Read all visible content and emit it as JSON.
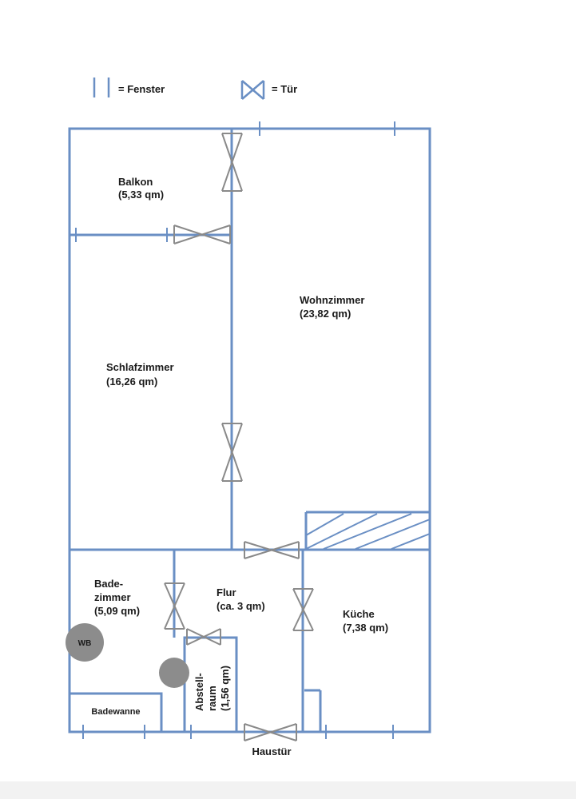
{
  "legend": {
    "window_text": "= Fenster",
    "door_text": "= Tür"
  },
  "rooms": {
    "balkon": {
      "name": "Balkon",
      "area": "(5,33 qm)"
    },
    "wohnzimmer": {
      "name": "Wohnzimmer",
      "area": "(23,82 qm)"
    },
    "schlafzimmer": {
      "name": "Schlafzimmer",
      "area": "(16,26 qm)"
    },
    "badezimmer": {
      "name_line1": "Bade-",
      "name_line2": "zimmer",
      "area": "(5,09 qm)"
    },
    "flur": {
      "name": "Flur",
      "area": "(ca. 3 qm)"
    },
    "kueche": {
      "name": "Küche",
      "area": "(7,38 qm)"
    },
    "abstellraum": {
      "name_line1": "Abstell-",
      "name_line2": "raum",
      "area": "(1,56 qm)"
    }
  },
  "fixtures": {
    "washbasin": "WB",
    "bathtub": "Badewanne"
  },
  "entrance": "Haustür",
  "colors": {
    "wall": "#6a8fc4",
    "door": "#8a8a8a",
    "fixture": "#8c8c8c",
    "text": "#1a1a1a"
  }
}
